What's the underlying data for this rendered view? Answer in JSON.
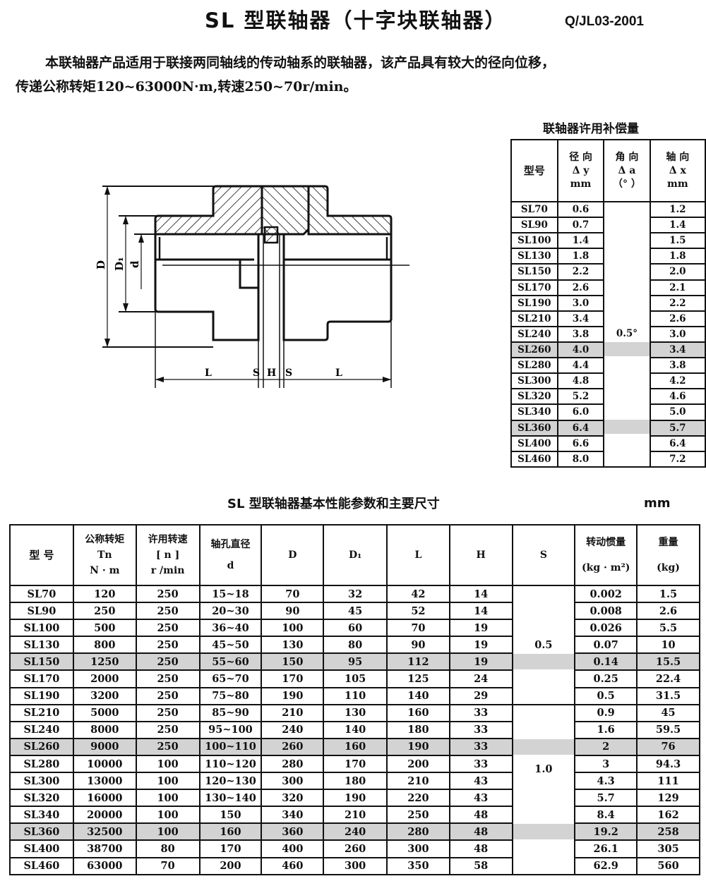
{
  "header": {
    "title": "SL 型联轴器（十字块联轴器）",
    "standard": "Q/JL03-2001"
  },
  "description": {
    "line1": "本联轴器产品适用于联接两同轴线的传动轴系的联轴器，该产品具有较大的径向位移，",
    "line2": "传递公称转矩120~63000N·m,转速250~70r/min。"
  },
  "drawing": {
    "labels": {
      "D": "D",
      "D1": "D₁",
      "d": "d",
      "L_left": "L",
      "S_left": "S",
      "H": "H",
      "S_right": "S",
      "L_right": "L"
    }
  },
  "compensation": {
    "title": "联轴器许用补偿量",
    "headers": {
      "model": "型号",
      "radial": [
        "径 向",
        "Δ y",
        "mm"
      ],
      "angular": [
        "角 向",
        "Δ a",
        "（° ）"
      ],
      "axial": [
        "轴 向",
        "Δ x",
        "mm"
      ]
    },
    "angular_value": "0.5°",
    "rows": [
      {
        "model": "SL70",
        "radial": "0.6",
        "axial": "1.2",
        "shaded": false
      },
      {
        "model": "SL90",
        "radial": "0.7",
        "axial": "1.4",
        "shaded": false
      },
      {
        "model": "SL100",
        "radial": "1.4",
        "axial": "1.5",
        "shaded": false
      },
      {
        "model": "SL130",
        "radial": "1.8",
        "axial": "1.8",
        "shaded": false
      },
      {
        "model": "SL150",
        "radial": "2.2",
        "axial": "2.0",
        "shaded": false
      },
      {
        "model": "SL170",
        "radial": "2.6",
        "axial": "2.1",
        "shaded": false
      },
      {
        "model": "SL190",
        "radial": "3.0",
        "axial": "2.2",
        "shaded": false
      },
      {
        "model": "SL210",
        "radial": "3.4",
        "axial": "2.6",
        "shaded": false
      },
      {
        "model": "SL240",
        "radial": "3.8",
        "axial": "3.0",
        "shaded": false
      },
      {
        "model": "SL260",
        "radial": "4.0",
        "axial": "3.4",
        "shaded": true
      },
      {
        "model": "SL280",
        "radial": "4.4",
        "axial": "3.8",
        "shaded": false
      },
      {
        "model": "SL300",
        "radial": "4.8",
        "axial": "4.2",
        "shaded": false
      },
      {
        "model": "SL320",
        "radial": "5.2",
        "axial": "4.6",
        "shaded": false
      },
      {
        "model": "SL340",
        "radial": "6.0",
        "axial": "5.0",
        "shaded": false
      },
      {
        "model": "SL360",
        "radial": "6.4",
        "axial": "5.7",
        "shaded": true
      },
      {
        "model": "SL400",
        "radial": "6.6",
        "axial": "6.4",
        "shaded": false
      },
      {
        "model": "SL460",
        "radial": "8.0",
        "axial": "7.2",
        "shaded": false
      }
    ]
  },
  "main_table": {
    "title": "SL 型联轴器基本性能参数和主要尺寸",
    "unit": "mm",
    "headers": {
      "model": "型  号",
      "torque": [
        "公称转矩",
        "Tn",
        "N · m"
      ],
      "speed": [
        "许用转速",
        "[ n ]",
        "r /min"
      ],
      "bore": [
        "轴孔直径",
        "d"
      ],
      "D": "D",
      "D1": "D₁",
      "L": "L",
      "H": "H",
      "S": "S",
      "inertia": [
        "转动惯量",
        "(kg · m²)"
      ],
      "weight": [
        "重量",
        "(kg)"
      ]
    },
    "s_groups": [
      {
        "value": "0.5",
        "rows": 7
      },
      {
        "value": "1.0",
        "rows": 10
      }
    ],
    "rows": [
      {
        "model": "SL70",
        "torque": "120",
        "speed": "250",
        "bore": "15~18",
        "D": "70",
        "D1": "32",
        "L": "42",
        "H": "14",
        "inertia": "0.002",
        "weight": "1.5",
        "shaded": false
      },
      {
        "model": "SL90",
        "torque": "250",
        "speed": "250",
        "bore": "20~30",
        "D": "90",
        "D1": "45",
        "L": "52",
        "H": "14",
        "inertia": "0.008",
        "weight": "2.6",
        "shaded": false
      },
      {
        "model": "SL100",
        "torque": "500",
        "speed": "250",
        "bore": "36~40",
        "D": "100",
        "D1": "60",
        "L": "70",
        "H": "19",
        "inertia": "0.026",
        "weight": "5.5",
        "shaded": false
      },
      {
        "model": "SL130",
        "torque": "800",
        "speed": "250",
        "bore": "45~50",
        "D": "130",
        "D1": "80",
        "L": "90",
        "H": "19",
        "inertia": "0.07",
        "weight": "10",
        "shaded": false
      },
      {
        "model": "SL150",
        "torque": "1250",
        "speed": "250",
        "bore": "55~60",
        "D": "150",
        "D1": "95",
        "L": "112",
        "H": "19",
        "inertia": "0.14",
        "weight": "15.5",
        "shaded": true
      },
      {
        "model": "SL170",
        "torque": "2000",
        "speed": "250",
        "bore": "65~70",
        "D": "170",
        "D1": "105",
        "L": "125",
        "H": "24",
        "inertia": "0.25",
        "weight": "22.4",
        "shaded": false
      },
      {
        "model": "SL190",
        "torque": "3200",
        "speed": "250",
        "bore": "75~80",
        "D": "190",
        "D1": "110",
        "L": "140",
        "H": "29",
        "inertia": "0.5",
        "weight": "31.5",
        "shaded": false
      },
      {
        "model": "SL210",
        "torque": "5000",
        "speed": "250",
        "bore": "85~90",
        "D": "210",
        "D1": "130",
        "L": "160",
        "H": "33",
        "inertia": "0.9",
        "weight": "45",
        "shaded": false
      },
      {
        "model": "SL240",
        "torque": "8000",
        "speed": "250",
        "bore": "95~100",
        "D": "240",
        "D1": "140",
        "L": "180",
        "H": "33",
        "inertia": "1.6",
        "weight": "59.5",
        "shaded": false
      },
      {
        "model": "SL260",
        "torque": "9000",
        "speed": "250",
        "bore": "100~110",
        "D": "260",
        "D1": "160",
        "L": "190",
        "H": "33",
        "inertia": "2",
        "weight": "76",
        "shaded": true
      },
      {
        "model": "SL280",
        "torque": "10000",
        "speed": "100",
        "bore": "110~120",
        "D": "280",
        "D1": "170",
        "L": "200",
        "H": "33",
        "inertia": "3",
        "weight": "94.3",
        "shaded": false
      },
      {
        "model": "SL300",
        "torque": "13000",
        "speed": "100",
        "bore": "120~130",
        "D": "300",
        "D1": "180",
        "L": "210",
        "H": "43",
        "inertia": "4.3",
        "weight": "111",
        "shaded": false
      },
      {
        "model": "SL320",
        "torque": "16000",
        "speed": "100",
        "bore": "130~140",
        "D": "320",
        "D1": "190",
        "L": "220",
        "H": "43",
        "inertia": "5.7",
        "weight": "129",
        "shaded": false
      },
      {
        "model": "SL340",
        "torque": "20000",
        "speed": "100",
        "bore": "150",
        "D": "340",
        "D1": "210",
        "L": "250",
        "H": "48",
        "inertia": "8.4",
        "weight": "162",
        "shaded": false
      },
      {
        "model": "SL360",
        "torque": "32500",
        "speed": "100",
        "bore": "160",
        "D": "360",
        "D1": "240",
        "L": "280",
        "H": "48",
        "inertia": "19.2",
        "weight": "258",
        "shaded": true
      },
      {
        "model": "SL400",
        "torque": "38700",
        "speed": "80",
        "bore": "170",
        "D": "400",
        "D1": "260",
        "L": "300",
        "H": "48",
        "inertia": "26.1",
        "weight": "305",
        "shaded": false
      },
      {
        "model": "SL460",
        "torque": "63000",
        "speed": "70",
        "bore": "200",
        "D": "460",
        "D1": "300",
        "L": "350",
        "H": "58",
        "inertia": "62.9",
        "weight": "560",
        "shaded": false
      }
    ]
  },
  "colors": {
    "shade": "#d3d3d3",
    "ink": "#111111",
    "background": "#ffffff"
  }
}
